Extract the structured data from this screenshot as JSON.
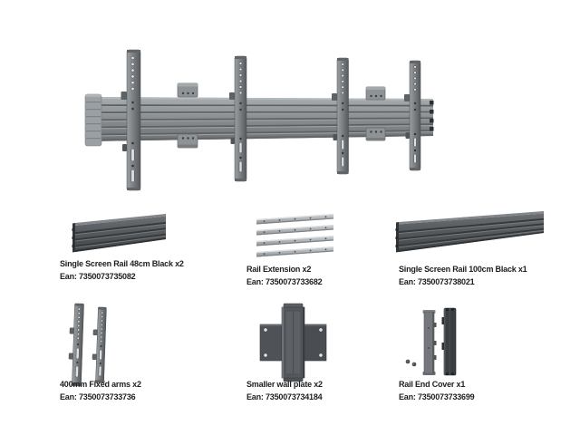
{
  "sheet": {
    "hero": {
      "illustration": "assembled-menu-board-mount"
    },
    "parts": [
      {
        "id": "rail-48cm",
        "name": "Single Screen Rail 48cm Black x2",
        "ean_label": "Ean: 7350073735082"
      },
      {
        "id": "rail-extension",
        "name": "Rail Extension x2",
        "ean_label": "Ean: 7350073733682"
      },
      {
        "id": "rail-100cm",
        "name": "Single Screen Rail 100cm Black x1",
        "ean_label": "Ean: 7350073738021"
      },
      {
        "id": "fixed-arms",
        "name": "400mm Fixed arms x2",
        "ean_label": "Ean: 7350073733736"
      },
      {
        "id": "wall-plate",
        "name": "Smaller wall plate x2",
        "ean_label": "Ean: 7350073734184"
      },
      {
        "id": "end-cover",
        "name": "Rail End Cover x1",
        "ean_label": "Ean: 7350073733699"
      }
    ],
    "colors": {
      "background": "#ffffff",
      "label_text": "#1e1e1e",
      "rail_gray": "#898d90",
      "dark_part_gray": "#54585b",
      "silver_part": "#b7bbbd"
    }
  }
}
